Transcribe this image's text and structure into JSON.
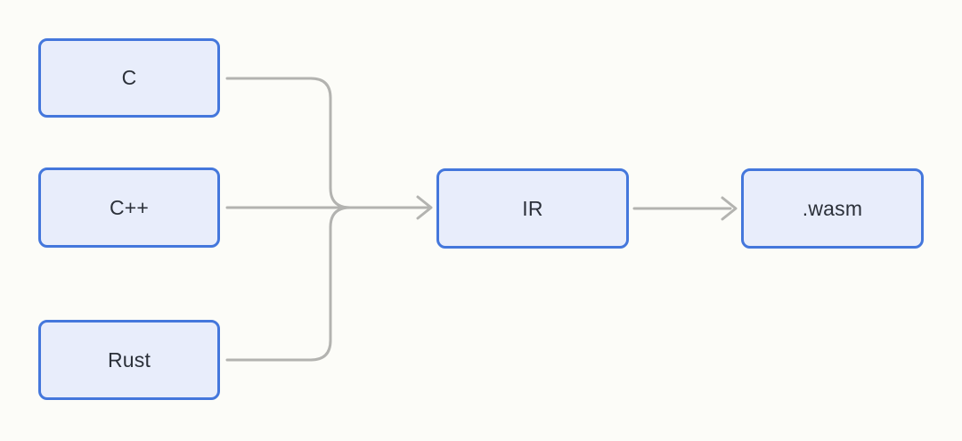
{
  "diagram": {
    "title": "compilation-pipeline-to-wasm",
    "nodes": [
      {
        "id": "c",
        "label": "C"
      },
      {
        "id": "cpp",
        "label": "C++"
      },
      {
        "id": "rust",
        "label": "Rust"
      },
      {
        "id": "ir",
        "label": "IR"
      },
      {
        "id": "wasm",
        "label": ".wasm"
      }
    ],
    "edges": [
      {
        "from": "c",
        "to": "ir",
        "arrow": false
      },
      {
        "from": "cpp",
        "to": "ir",
        "arrow": true
      },
      {
        "from": "rust",
        "to": "ir",
        "arrow": false
      },
      {
        "from": "ir",
        "to": "wasm",
        "arrow": true
      }
    ],
    "colors": {
      "background": "#fcfcf8",
      "node_fill": "#e8edfb",
      "node_border": "#4477dc",
      "connector": "#b3b3b0",
      "text": "#2b3039"
    }
  }
}
